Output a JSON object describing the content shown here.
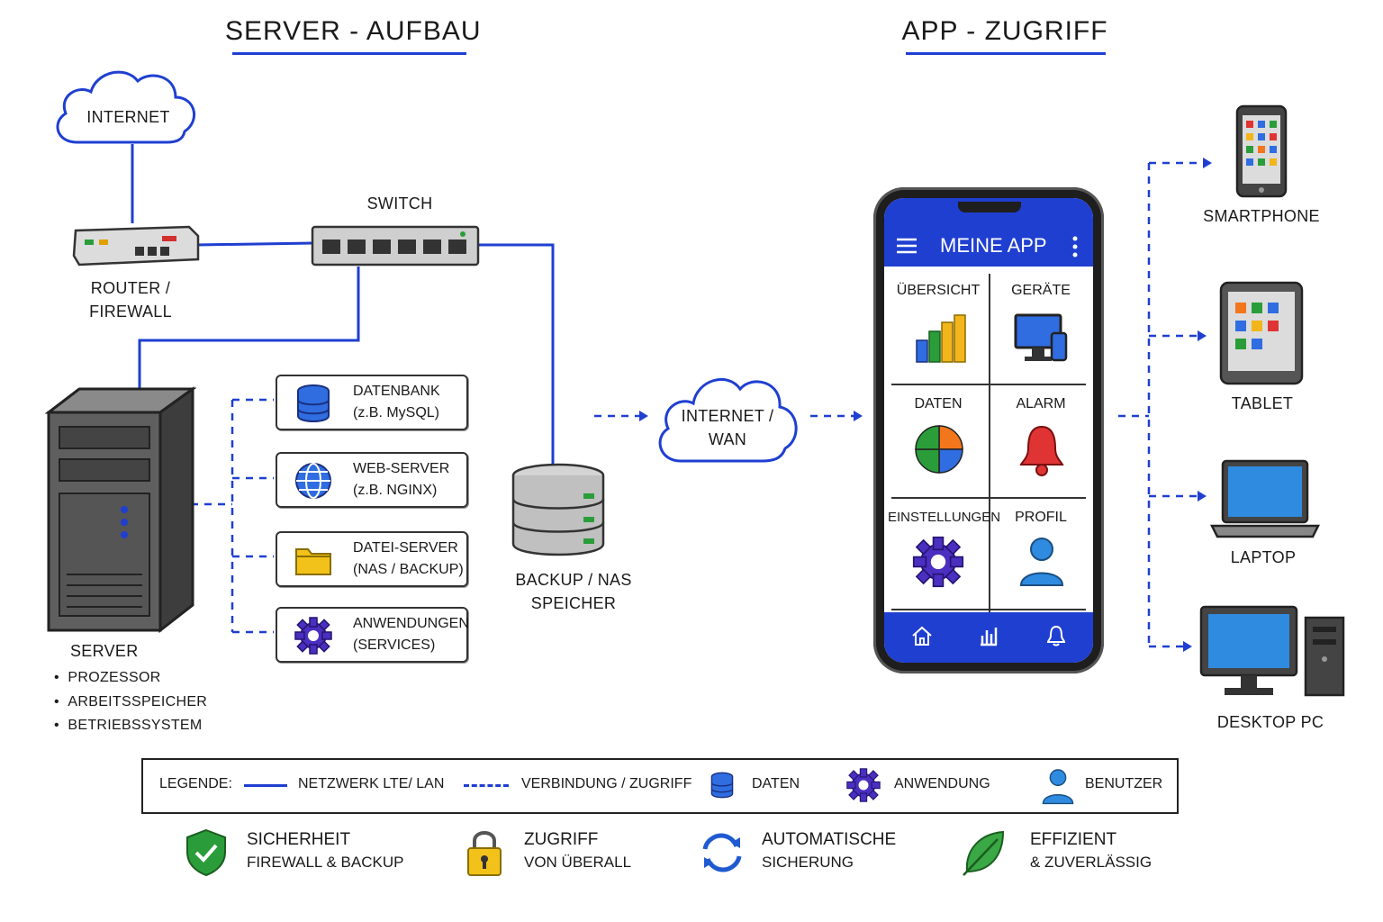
{
  "titles": {
    "server": "SERVER - AUFBAU",
    "app": "APP - ZUGRIFF"
  },
  "colors": {
    "accent": "#1f3fd1",
    "line": "#1f3fd1",
    "dark": "#222222"
  },
  "server_side": {
    "internet": "INTERNET",
    "router_line1": "ROUTER /",
    "router_line2": "FIREWALL",
    "switch": "SWITCH",
    "server_title": "SERVER",
    "server_items": [
      "PROZESSOR",
      "ARBEITSSPEICHER",
      "BETRIEBSSYSTEM"
    ],
    "services": [
      {
        "line1": "DATENBANK",
        "line2": "(z.B. MySQL)",
        "icon": "database-icon"
      },
      {
        "line1": "WEB-SERVER",
        "line2": "(z.B. NGINX)",
        "icon": "globe-icon"
      },
      {
        "line1": "DATEI-SERVER",
        "line2": "(NAS / BACKUP)",
        "icon": "folder-icon"
      },
      {
        "line1": "ANWENDUNGEN",
        "line2": "(SERVICES)",
        "icon": "gear-icon"
      }
    ],
    "backup_line1": "BACKUP / NAS",
    "backup_line2": "SPEICHER"
  },
  "wan": {
    "line1": "INTERNET /",
    "line2": "WAN"
  },
  "app": {
    "title": "MEINE APP",
    "tiles": [
      {
        "label": "ÜBERSICHT",
        "icon": "bar-chart-icon"
      },
      {
        "label": "GERÄTE",
        "icon": "devices-icon"
      },
      {
        "label": "DATEN",
        "icon": "pie-chart-icon"
      },
      {
        "label": "ALARM",
        "icon": "bell-icon"
      },
      {
        "label": "EINSTELLUNGEN",
        "icon": "gear-icon"
      },
      {
        "label": "PROFIL",
        "icon": "user-icon"
      }
    ],
    "nav": [
      "home-icon",
      "stats-icon",
      "bell-icon"
    ]
  },
  "devices": [
    "SMARTPHONE",
    "TABLET",
    "LAPTOP",
    "DESKTOP PC"
  ],
  "legend": {
    "title": "LEGENDE:",
    "network": "NETZWERK LTE/ LAN",
    "connection": "VERBINDUNG / ZUGRIFF",
    "data": "DATEN",
    "application": "ANWENDUNG",
    "user": "BENUTZER"
  },
  "features": [
    {
      "line1": "SICHERHEIT",
      "line2": "FIREWALL & BACKUP",
      "icon": "shield-icon"
    },
    {
      "line1": "ZUGRIFF",
      "line2": "VON ÜBERALL",
      "icon": "lock-icon"
    },
    {
      "line1": "AUTOMATISCHE",
      "line2": "SICHERUNG",
      "icon": "sync-icon"
    },
    {
      "line1": "EFFIZIENT",
      "line2": "& ZUVERLÄSSIG",
      "icon": "leaf-icon"
    }
  ]
}
